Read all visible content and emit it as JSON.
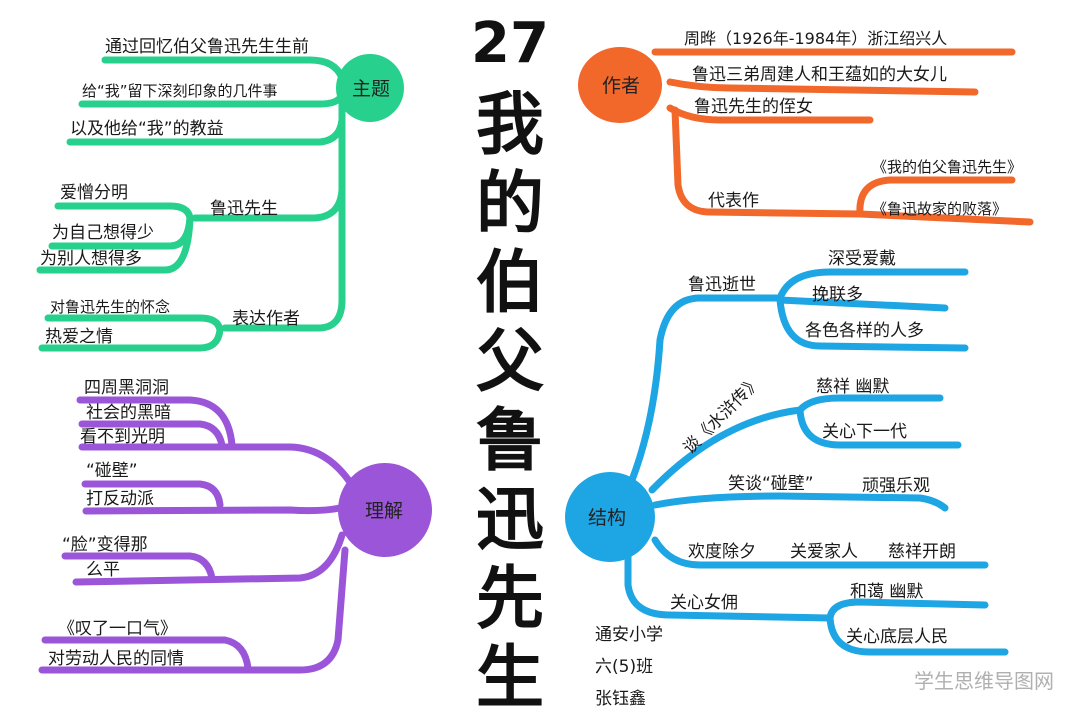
{
  "title": {
    "number": "27",
    "chars": [
      "我",
      "的",
      "伯",
      "父",
      "鲁",
      "迅",
      "先",
      "生"
    ]
  },
  "theme": {
    "hub": "主题",
    "lines": [
      "通过回忆伯父鲁迅先生生前",
      "给“我”留下深刻印象的几件事",
      "以及他给“我”的教益"
    ],
    "luxun": {
      "label": "鲁迅先生",
      "items": [
        "爱憎分明",
        "为自己想得少",
        "为别人想得多"
      ]
    },
    "express": {
      "label": "表达作者",
      "items": [
        "对鲁迅先生的怀念",
        "热爱之情"
      ]
    }
  },
  "author": {
    "hub": "作者",
    "lines": [
      "周晔（1926年-1984年）浙江绍兴人",
      "鲁迅三弟周建人和王蕴如的大女儿",
      "鲁迅先生的侄女"
    ],
    "works": {
      "label": "代表作",
      "items": [
        "《我的伯父鲁迅先生》",
        "《鲁迅故家的败落》"
      ]
    }
  },
  "structure": {
    "hub": "结构",
    "branches": [
      {
        "label": "鲁迅逝世",
        "items": [
          "深受爱戴",
          "挽联多",
          "各色各样的人多"
        ]
      },
      {
        "label": "谈《水浒传》",
        "items": [
          "慈祥  幽默",
          "关心下一代"
        ]
      },
      {
        "label": "笑谈“碰壁”",
        "items": [
          "顽强乐观"
        ]
      },
      {
        "label": "欢度除夕",
        "items": [
          "关爱家人",
          "慈祥开朗"
        ]
      },
      {
        "label": "关心女佣",
        "items": [
          "和蔼  幽默",
          "关心底层人民"
        ]
      }
    ]
  },
  "understanding": {
    "hub": "理解",
    "groups": [
      [
        "四周黑洞洞",
        "社会的黑暗",
        "看不到光明"
      ],
      [
        "“碰壁”",
        "打反动派"
      ],
      [
        "“脸”变得那",
        "么平"
      ],
      [
        "《叹了一口气》",
        "对劳动人民的同情"
      ]
    ]
  },
  "signature": [
    "通安小学",
    "六(5)班",
    "张钰鑫"
  ],
  "watermark": "学生思维导图网",
  "colors": {
    "theme": "#27d08c",
    "author": "#f2672a",
    "structure": "#1ea5e4",
    "understanding": "#9b55d8"
  }
}
